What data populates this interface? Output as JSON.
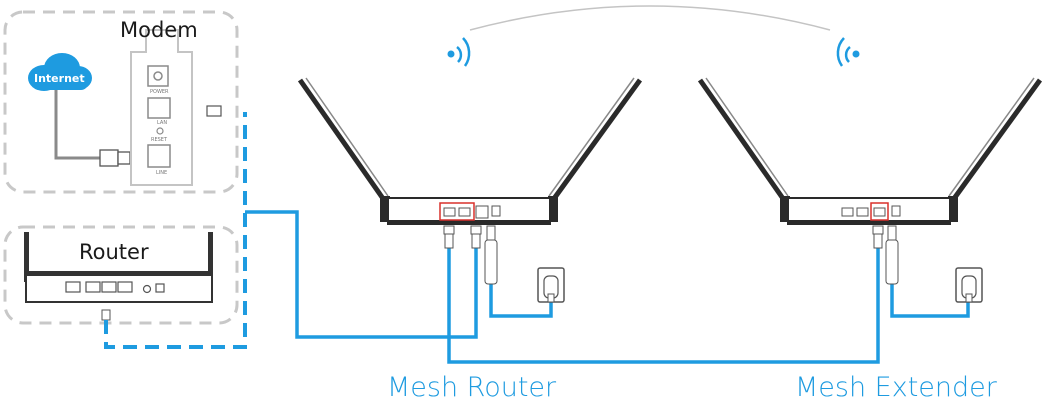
{
  "colors": {
    "accent": "#1e9be0",
    "cable_gray": "#8a8a8a",
    "dashed_border": "#c8c8c8",
    "device_dark": "#2a2a2a",
    "highlight_port": "#d9302c"
  },
  "labels": {
    "modem": "Modem",
    "router": "Router",
    "internet": "Internet",
    "mesh_router": "Mesh Router",
    "mesh_extender": "Mesh Extender"
  },
  "modem_ports": {
    "power": "POWER",
    "lan": "LAN",
    "reset": "RESET",
    "line": "LINE"
  },
  "icons": {
    "cloud": "cloud-icon",
    "wifi_left": "wifi-signal-icon",
    "wifi_right": "wifi-signal-icon",
    "power_outlet": "power-outlet-icon",
    "ethernet_plug": "ethernet-plug-icon"
  }
}
